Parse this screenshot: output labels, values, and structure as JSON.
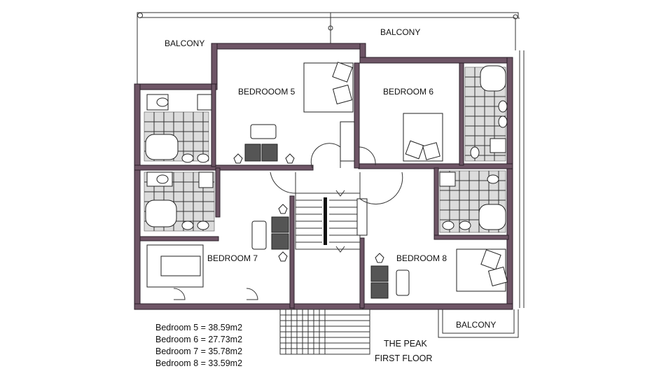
{
  "plan": {
    "rooms": {
      "balcony_top_left": "BALCONY",
      "balcony_top_right": "BALCONY",
      "balcony_bottom_right": "BALCONY",
      "bedroom5": "BEDROOOM 5",
      "bedroom6": "BEDROOM 6",
      "bedroom7": "BEDROOM 7",
      "bedroom8": "BEDROOM 8"
    },
    "areas": [
      "Bedroom 5 = 38.59m2",
      "Bedroom 6 = 27.73m2",
      "Bedroom 7 = 35.78m2",
      "Bedroom 8 = 33.59m2"
    ],
    "title": {
      "line1": "THE PEAK",
      "line2": "FIRST FLOOR"
    }
  },
  "colors": {
    "wall": "#6e5566",
    "tile": "#dcdcdc",
    "furniture_dark": "#555555"
  }
}
